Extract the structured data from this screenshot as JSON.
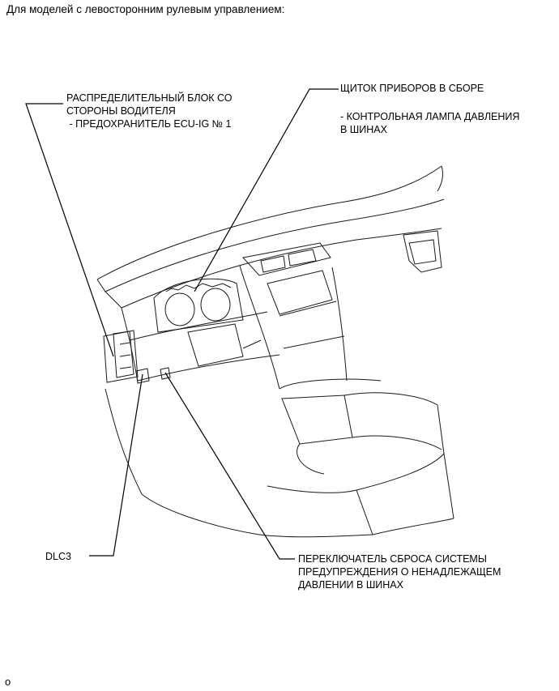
{
  "header": "Для моделей с левосторонним рулевым управлением:",
  "footer": "о",
  "labels": {
    "distribution_block": [
      "РАСПРЕДЕЛИТЕЛЬНЫЙ БЛОК СО",
      "СТОРОНЫ ВОДИТЕЛЯ",
      " - ПРЕДОХРАНИТЕЛЬ ECU-IG № 1"
    ],
    "instrument_cluster": "ЩИТОК ПРИБОРОВ В СБОРЕ",
    "instrument_cluster_sub": [
      "- КОНТРОЛЬНАЯ ЛАМПА ДАВЛЕНИЯ",
      "В ШИНАХ"
    ],
    "dlc3": "DLC3",
    "reset_switch": [
      "ПЕРЕКЛЮЧАТЕЛЬ СБРОСА СИСТЕМЫ",
      "ПРЕДУПРЕЖДЕНИЯ О НЕНАДЛЕЖАЩЕМ",
      "ДАВЛЕНИИ В ШИНАХ"
    ]
  }
}
